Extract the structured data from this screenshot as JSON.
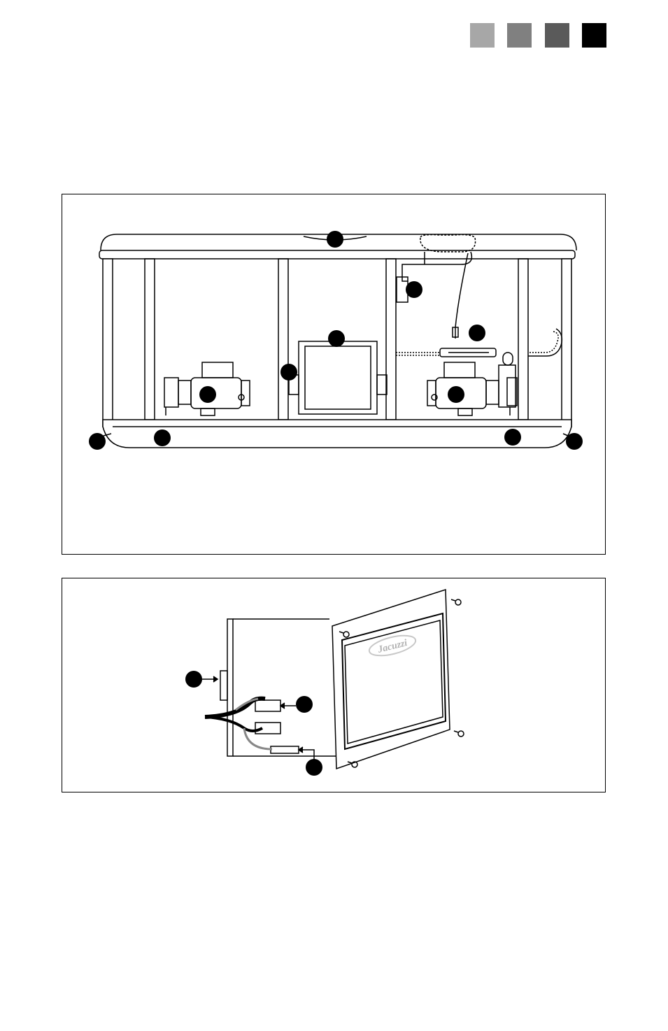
{
  "header_swatches": [
    {
      "name": "swatch-light-gray",
      "color": "#a7a7a7"
    },
    {
      "name": "swatch-mid-gray",
      "color": "#808080"
    },
    {
      "name": "swatch-dark-gray",
      "color": "#5a5a5a"
    },
    {
      "name": "swatch-black",
      "color": "#000000"
    }
  ],
  "colors": {
    "line": "#000000",
    "callout_marker": "#000000",
    "panel_fill": "#ffffff",
    "logo_gray": "#c8c8c8"
  },
  "bottom_panel": {
    "logo_text": "Jacuzzi"
  }
}
